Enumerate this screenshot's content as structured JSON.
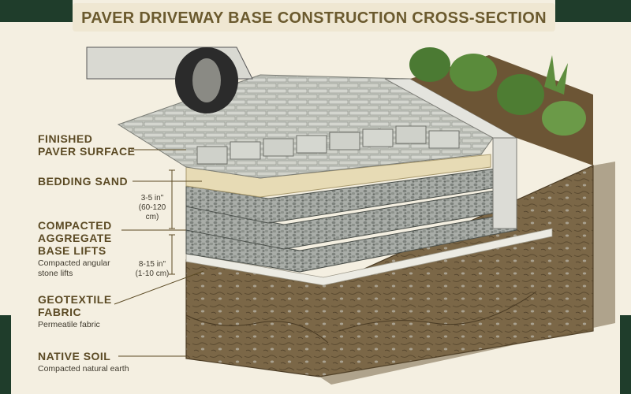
{
  "title": "PAVER DRIVEWAY BASE CONSTRUCTION CROSS-SECTION",
  "layers": [
    {
      "id": "paver",
      "label_lines": [
        "FINISHED",
        "PAVER SURFACE"
      ],
      "note": ""
    },
    {
      "id": "sand",
      "label_lines": [
        "BEDDING SAND"
      ],
      "note": ""
    },
    {
      "id": "aggregate",
      "label_lines": [
        "COMPACTED",
        "AGGREGATE",
        "BASE LIFTS"
      ],
      "note_lines": [
        "Compacted angular",
        "stone lifts"
      ]
    },
    {
      "id": "geotextile",
      "label_lines": [
        "GEOTEXTILE",
        "FABRIC"
      ],
      "note": "Permeatile fabric"
    },
    {
      "id": "soil",
      "label_lines": [
        "NATIVE SOIL"
      ],
      "note": "Compacted natural earth"
    }
  ],
  "dimensions": [
    {
      "line1": "3-5 in\"",
      "line2": "(60-120 cm)"
    },
    {
      "line1": "8-15 in\"",
      "line2": "(1-10 cm)"
    }
  ],
  "colors": {
    "frame": "#1f3d2b",
    "background": "#f4efe1",
    "label": "#5b4a24",
    "soil": "#7a6646",
    "sand": "#e8dcb8",
    "gravel": "#a3a8a3",
    "paver": "#c9ccc4",
    "fabric": "#e9e6dc",
    "plants": "#4e7a35"
  }
}
